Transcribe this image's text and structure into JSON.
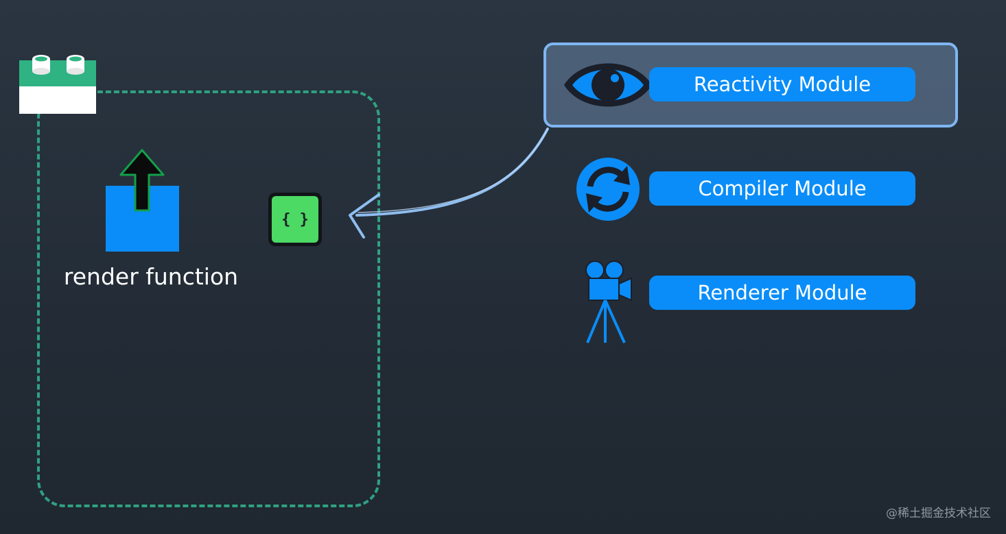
{
  "component": {
    "render_label": "render function",
    "code_symbol": "{ }"
  },
  "modules": [
    {
      "label": "Reactivity Module",
      "icon": "eye-icon",
      "highlighted": true
    },
    {
      "label": "Compiler Module",
      "icon": "sync-icon",
      "highlighted": false
    },
    {
      "label": "Renderer Module",
      "icon": "movie-camera-icon",
      "highlighted": false
    }
  ],
  "watermark": "@稀土掘金技术社区",
  "colors": {
    "module_blue": "#0a8df8",
    "dashed_frame": "#2fa181",
    "code_green": "#4cd964",
    "highlight_border": "#7fb6f3"
  }
}
